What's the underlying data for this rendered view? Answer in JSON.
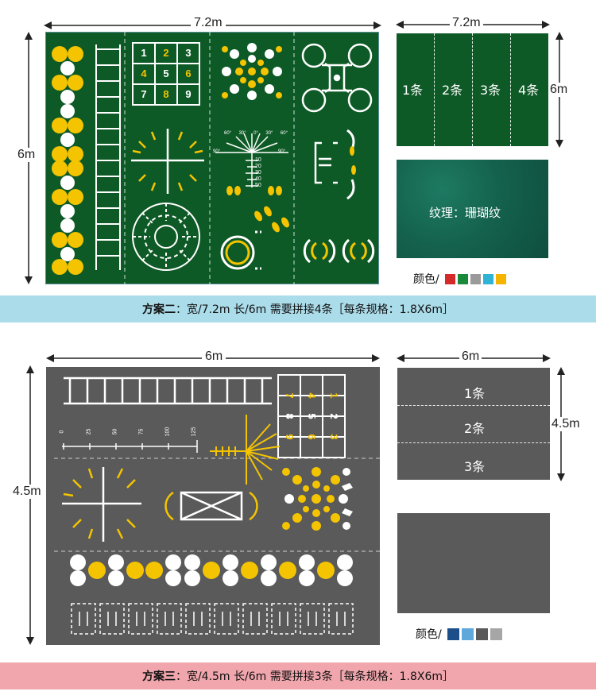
{
  "plan2": {
    "width_label": "7.2m",
    "height_label": "6m",
    "mat_color": "#0e5a26",
    "strip_width_label": "7.2m",
    "strip_height_label": "6m",
    "strips": [
      "1条",
      "2条",
      "3条",
      "4条"
    ],
    "texture_label": "纹理：珊瑚纹",
    "color_label": "颜色/",
    "colors": [
      "#d42a2a",
      "#1a8a3a",
      "#9a9a9a",
      "#2fb4d6",
      "#f4b400"
    ],
    "hop_numbers": [
      "1",
      "2",
      "3",
      "4",
      "5",
      "6",
      "7",
      "8",
      "9"
    ],
    "caption_title": "方案二",
    "caption_text": "：宽/7.2m 长/6m 需要拼接4条［每条规格：1.8X6m］",
    "caption_bg": "#abdcea",
    "ruler_marks": [
      "10",
      "20",
      "30",
      "40",
      "50"
    ],
    "angle_marks": [
      "60°",
      "30°",
      "0°",
      "30°",
      "60°",
      "90°",
      "90°"
    ]
  },
  "plan3": {
    "width_label": "6m",
    "height_label": "4.5m",
    "mat_color": "#5a5a5a",
    "strip_width_label": "6m",
    "strip_height_label": "4.5m",
    "strips": [
      "1条",
      "2条",
      "3条"
    ],
    "color_label": "颜色/",
    "colors": [
      "#1c4f8a",
      "#5ea8dc",
      "#5a5a5a",
      "#a6a6a6"
    ],
    "hop_numbers": [
      "7",
      "4",
      "1",
      "8",
      "5",
      "2",
      "9",
      "6",
      "3"
    ],
    "ruler_marks": [
      "0",
      "25",
      "50",
      "75",
      "100",
      "125"
    ],
    "caption_title": "方案三",
    "caption_text": "：宽/4.5m 长/6m 需要拼接3条［每条规格：1.8X6m］",
    "caption_bg": "#f1a6ad"
  }
}
